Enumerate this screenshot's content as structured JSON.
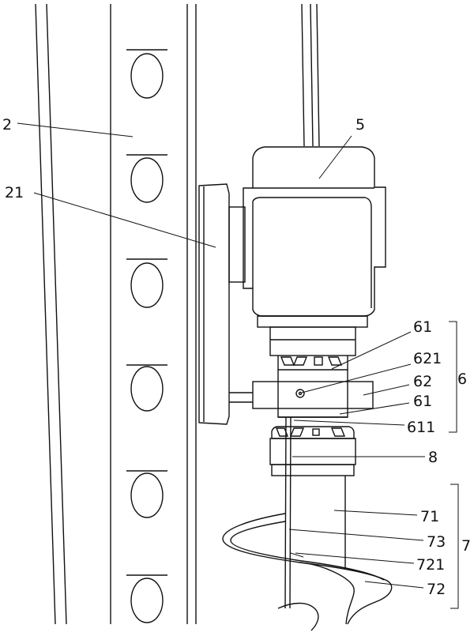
{
  "labels": {
    "l2": "2",
    "l21": "21",
    "l5": "5",
    "l61a": "61",
    "l621": "621",
    "l62": "62",
    "l61b": "61",
    "l611": "611",
    "l6": "6",
    "l8": "8",
    "l71": "71",
    "l73": "73",
    "l721": "721",
    "l72": "72",
    "l7": "7"
  }
}
